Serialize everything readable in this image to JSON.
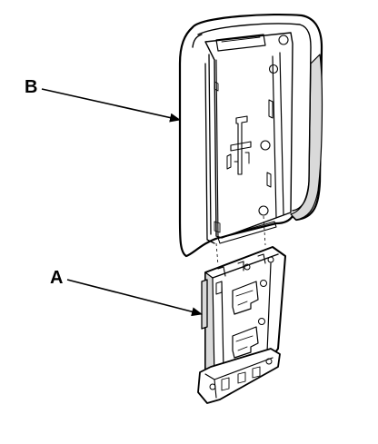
{
  "callouts": [
    {
      "id": "B",
      "label": "B",
      "part": "upper-shell"
    },
    {
      "id": "A",
      "label": "A",
      "part": "lower-bracket"
    }
  ],
  "colors": {
    "ink": "#000000",
    "paper": "#ffffff",
    "shade": "#d9d9d9"
  }
}
